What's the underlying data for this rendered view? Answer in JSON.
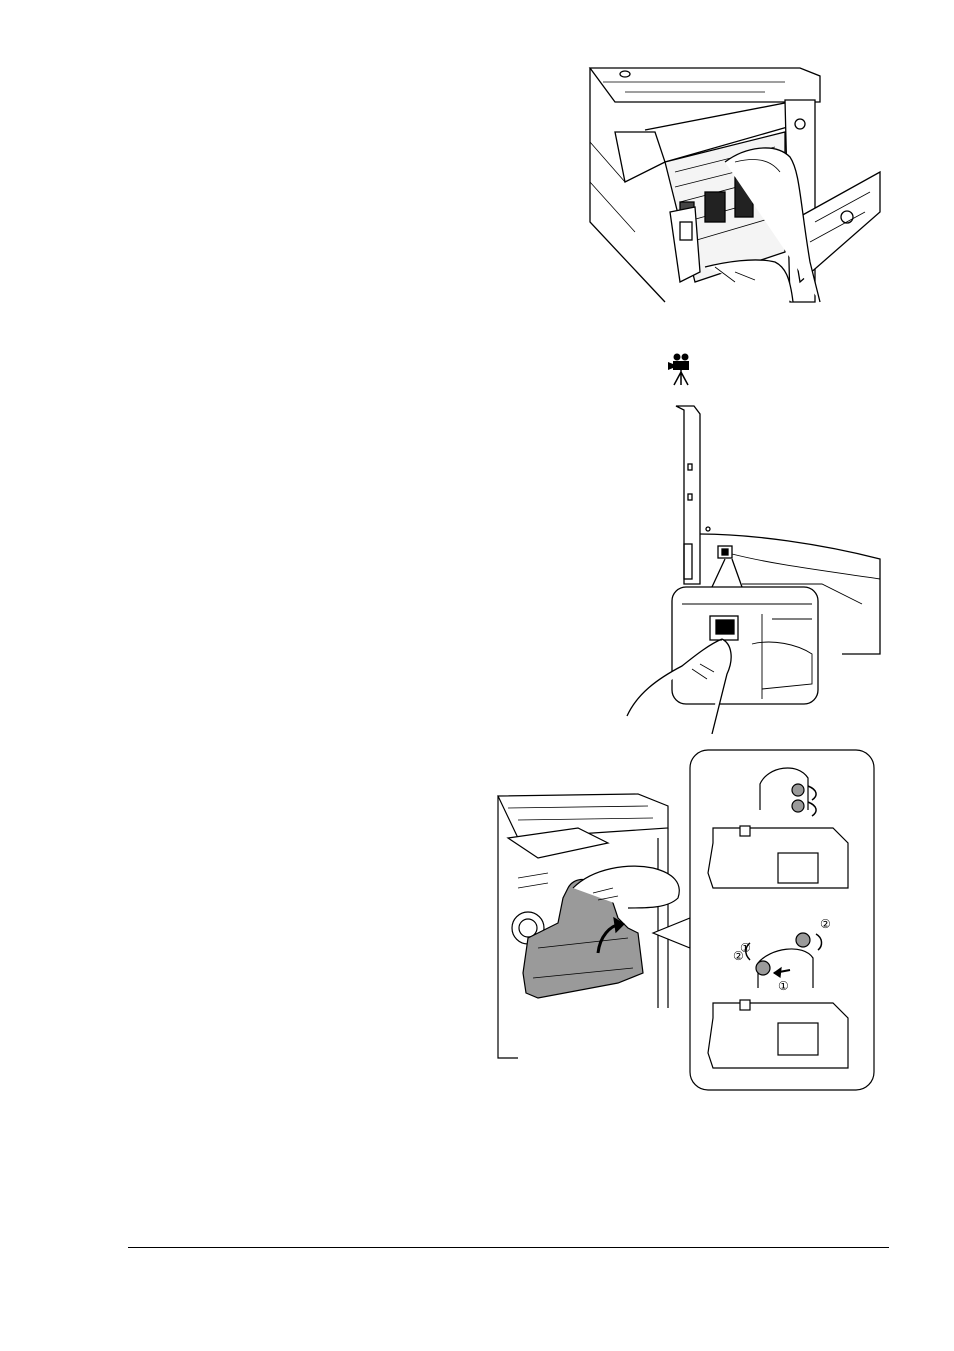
{
  "figures": [
    {
      "id": "fig1",
      "description_icon": "printer-open-side-cover-illustration"
    },
    {
      "id": "fig2",
      "description_icon": "power-switch-press-illustration"
    },
    {
      "id": "fig3",
      "description_icon": "waste-toner-bottle-removal-illustration"
    }
  ],
  "video_icon": "video-camera-tripod-icon",
  "callout_labels": {
    "step1_top": "①",
    "step1_bottom": "①",
    "step2_left": "②",
    "step2_right": "②"
  }
}
